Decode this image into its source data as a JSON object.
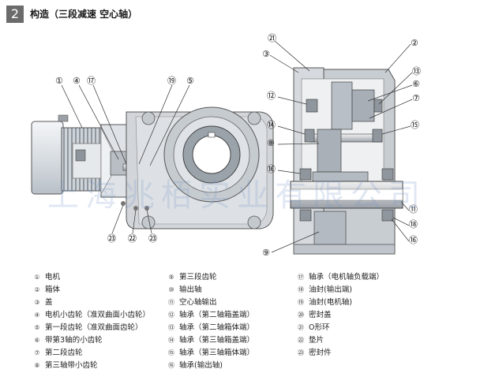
{
  "header": {
    "section_number": "2",
    "title": "构造（三段减速 空心轴）"
  },
  "watermark": "上海兆栢实业有限公司",
  "diagram": {
    "callouts": [
      "㉑",
      "②",
      "③",
      "⑬",
      "⑥",
      "⑦",
      "⑫",
      "⑭",
      "⑮",
      "⑧",
      "⑯",
      "⑪",
      "⑱",
      "⑯",
      "⑨",
      "①",
      "④",
      "⑰",
      "⑲",
      "⑤",
      "㉓",
      "㉒",
      "㉓"
    ]
  },
  "legend": {
    "col1": [
      {
        "num": "①",
        "text": "电机"
      },
      {
        "num": "②",
        "text": "箱体"
      },
      {
        "num": "③",
        "text": "盖"
      },
      {
        "num": "④",
        "text": "电机小齿轮（准双曲面小齿轮）"
      },
      {
        "num": "⑤",
        "text": "第一段齿轮（准双曲面齿轮）"
      },
      {
        "num": "⑥",
        "text": "带第3轴的小齿轮"
      },
      {
        "num": "⑦",
        "text": "第二段齿轮"
      },
      {
        "num": "⑧",
        "text": "第三轴带小齿轮"
      }
    ],
    "col2": [
      {
        "num": "⑨",
        "text": "第三段齿轮"
      },
      {
        "num": "⑩",
        "text": "输出轴"
      },
      {
        "num": "⑪",
        "text": "空心轴输出"
      },
      {
        "num": "⑫",
        "text": "轴承（第二轴箱盖端）"
      },
      {
        "num": "⑬",
        "text": "轴承（第二轴箱体端）"
      },
      {
        "num": "⑭",
        "text": "轴承（第三轴箱盖端）"
      },
      {
        "num": "⑮",
        "text": "轴承（第三轴箱体端）"
      },
      {
        "num": "⑯",
        "text": "轴承(输出轴)"
      }
    ],
    "col3": [
      {
        "num": "⑰",
        "text": "轴承（电机轴负载端）"
      },
      {
        "num": "⑱",
        "text": "油封(输出端)"
      },
      {
        "num": "⑲",
        "text": "油封(电机轴)"
      },
      {
        "num": "⑳",
        "text": "密封盖"
      },
      {
        "num": "㉑",
        "text": "O形环"
      },
      {
        "num": "㉒",
        "text": "垫片"
      },
      {
        "num": "㉓",
        "text": "密封件"
      }
    ]
  }
}
